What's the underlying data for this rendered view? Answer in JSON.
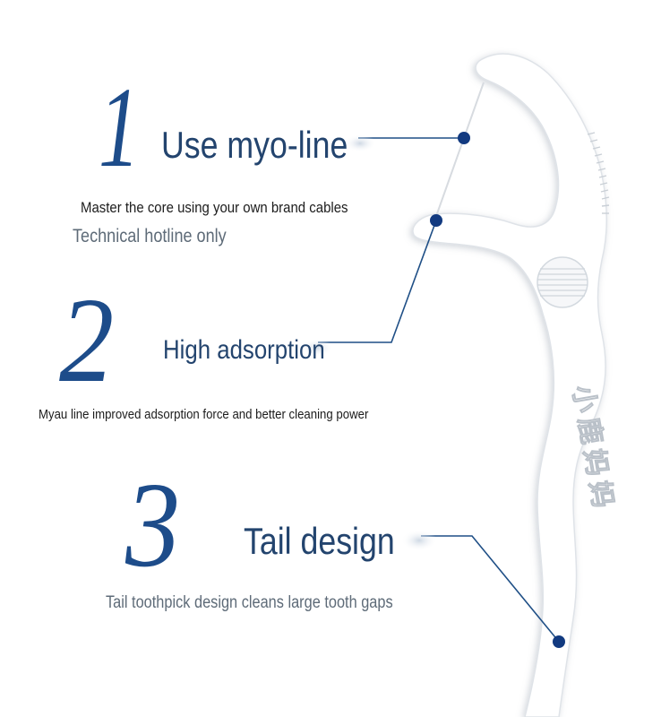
{
  "features": [
    {
      "number": "1",
      "title": "Use myo-line",
      "description": "Master the core using your own brand cables",
      "note": "Technical hotline only"
    },
    {
      "number": "2",
      "title": "High adsorption",
      "description": "Myau line improved adsorption force and better cleaning power"
    },
    {
      "number": "3",
      "title": "Tail design",
      "description": "Tail toothpick design cleans large tooth gaps"
    }
  ],
  "product": {
    "logo_text": "小鹿妈妈",
    "name": "floss-pick"
  },
  "colors": {
    "number": "#1d4c8a",
    "title": "#23446e",
    "dot": "#123a80",
    "line": "#1f4f86",
    "body_text": "#1c1c1c",
    "muted_text": "#5e6b78"
  }
}
